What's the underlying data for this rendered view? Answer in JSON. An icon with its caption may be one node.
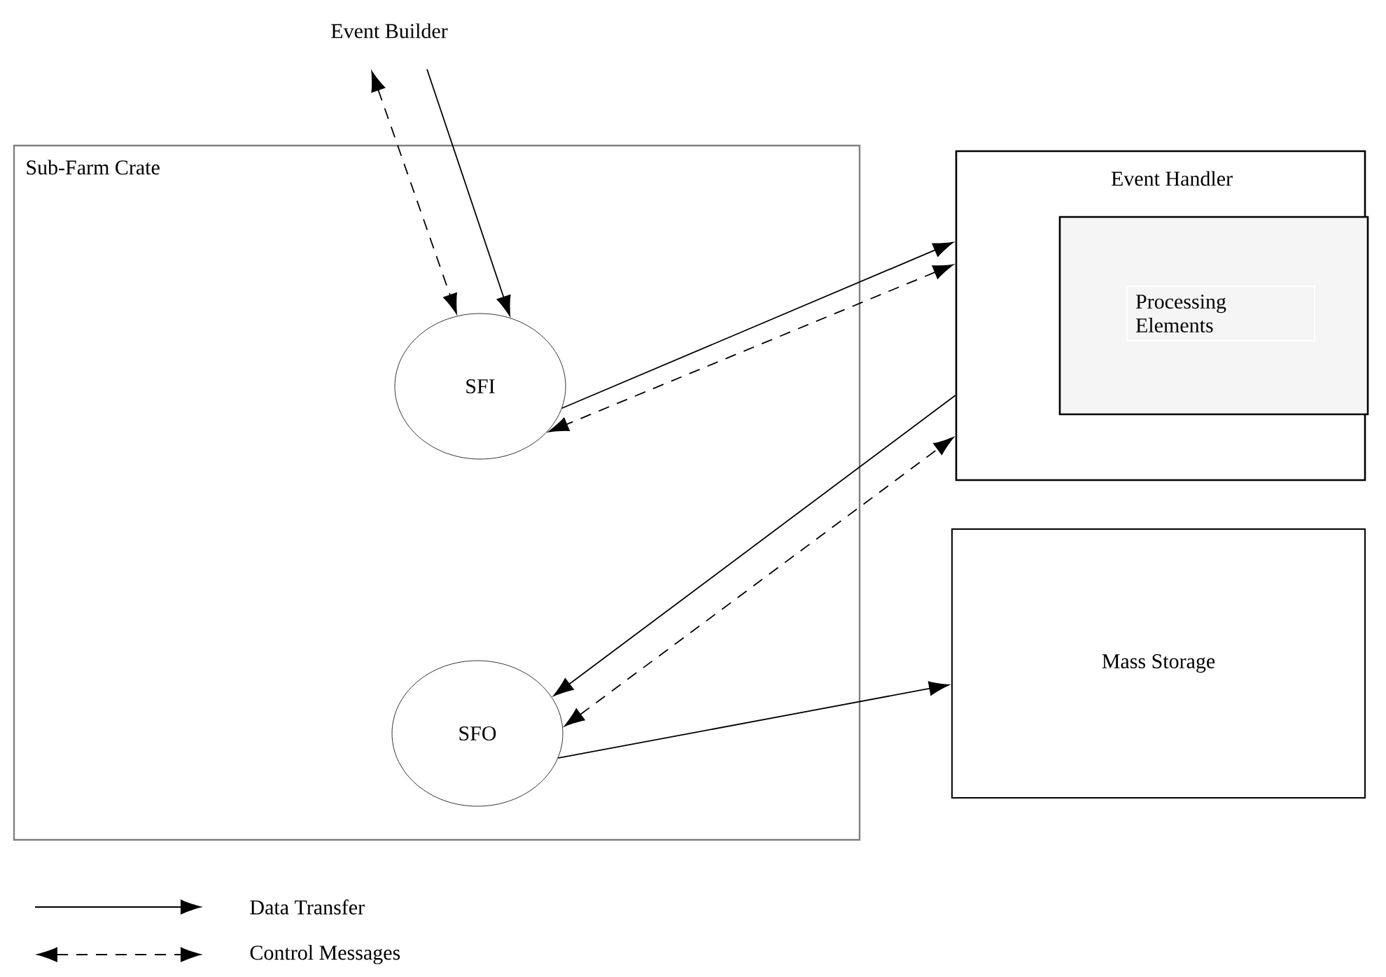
{
  "diagram": {
    "nodes": [
      {
        "text": [
          "Event Builder"
        ]
      },
      {
        "text": [
          "Sub-Farm Crate"
        ]
      },
      {
        "text": [
          "SFI"
        ],
        "in": 1
      },
      {
        "text": [
          "SFO"
        ],
        "in": 1
      },
      {
        "text": [
          "Event Handler"
        ]
      },
      {
        "text": [
          "Processing Elements"
        ],
        "in": 4
      },
      {
        "text": [
          "Mass Storage"
        ]
      }
    ],
    "edges": [
      {
        "from": 0,
        "to": 2,
        "arrow": "both",
        "style": "dashed"
      },
      {
        "from": 0,
        "to": 2,
        "arrow": "to"
      },
      {
        "from": 2,
        "to": 4,
        "arrow": "to"
      },
      {
        "from": 4,
        "to": 2,
        "arrow": "both",
        "style": "dashed"
      },
      {
        "from": 4,
        "to": 3,
        "arrow": "to"
      },
      {
        "from": 3,
        "to": 4,
        "arrow": "both",
        "style": "dashed"
      },
      {
        "from": 3,
        "to": 6,
        "arrow": "to"
      }
    ],
    "legend": [
      {
        "text": "Data Transfer"
      },
      {
        "text": "Control Messages"
      }
    ]
  }
}
